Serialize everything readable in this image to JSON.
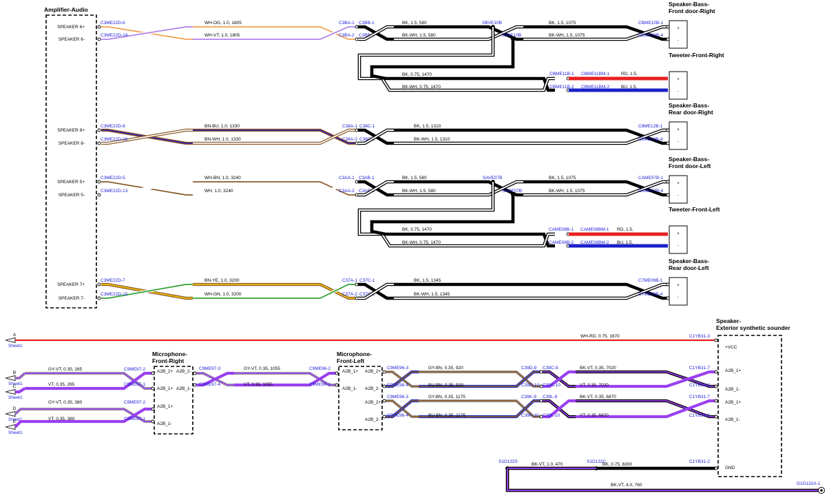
{
  "components": {
    "amp": {
      "title": "Amplifier-Audio",
      "pins": [
        "SPEAKER 6+",
        "SPEAKER 6-",
        "SPEAKER 8+",
        "SPEAKER 8-",
        "SPEAKER 5+",
        "SPEAKER 5-",
        "SPEAKER 7+",
        "SPEAKER 7-"
      ]
    },
    "sp_fr": {
      "title1": "Speaker-Bass-",
      "title2": "Front door-Right"
    },
    "tw_fr": {
      "title1": "Tweeter-Front-Right"
    },
    "sp_rr": {
      "title1": "Speaker-Bass-",
      "title2": "Rear door-Right"
    },
    "sp_fl": {
      "title1": "Speaker-Bass-",
      "title2": "Front door-Left"
    },
    "tw_fl": {
      "title1": "Tweeter-Front-Left"
    },
    "sp_rl": {
      "title1": "Speaker-Bass-",
      "title2": "Rear door-Left"
    },
    "mic_r": {
      "title1": "Microphone-",
      "title2": "Front-Right",
      "pins": [
        "A2B_2+",
        "A2B_2-",
        "A2B_1+",
        "A2B_1-",
        "A2B_1+",
        "A2B_1-"
      ]
    },
    "mic_l": {
      "title1": "Microphone-",
      "title2": "Front-Left",
      "pins": [
        "A2B_1+",
        "A2B_1-",
        "A2B_2+",
        "A2B_2-"
      ]
    },
    "sounder": {
      "title1": "Speaker-",
      "title2": "Exterior synthetic sounder",
      "pins": [
        "+VCC",
        "A2B_1+",
        "A2B_1-",
        "A2B_1+",
        "A2B_1-",
        "GND"
      ]
    },
    "speaker_pins": [
      "+",
      "-"
    ]
  },
  "sheet_refs": [
    {
      "letter": "A",
      "sheet": "Sheet1"
    },
    {
      "letter": "B",
      "sheet": "Sheet1"
    },
    {
      "letter": "C",
      "sheet": "Sheet1"
    },
    {
      "letter": "D",
      "sheet": "Sheet1"
    },
    {
      "letter": "E",
      "sheet": "Sheet1"
    }
  ],
  "wires": {
    "w1": {
      "from": "C3ME22D-6",
      "label": "WH-OG, 1.0, 1805",
      "to": "C3BA-1",
      "colors": [
        "#ffffff",
        "#f0a050"
      ]
    },
    "w2": {
      "from": "C3ME22D-14",
      "label": "WH-VT, 1.0, 1805",
      "to": "C3BA-2",
      "colors": [
        "#ffffff",
        "#b080e8"
      ]
    },
    "w3": {
      "from": "C3BB-1",
      "label": "BK, 1.5, 580",
      "to": "SBVE10B",
      "colors": [
        "#000000",
        "#000000"
      ]
    },
    "w4": {
      "from": "C3BB-2",
      "label": "BK-WH, 1.5, 580",
      "to": "SBRE10B",
      "colors": [
        "#000000",
        "#ffffff"
      ]
    },
    "w5": {
      "label": "BK, 1.5, 1075",
      "to": "CBME10B-1",
      "colors": [
        "#000000",
        "#000000"
      ]
    },
    "w6": {
      "label": "BK-WH, 1.5, 1075",
      "to": "CBME10B-4",
      "colors": [
        "#000000",
        "#ffffff"
      ]
    },
    "w7": {
      "label": "BK, 0.75, 1470",
      "to": "CBME11B-1",
      "colors": [
        "#000000",
        "#000000"
      ]
    },
    "w8": {
      "label": "BK-WH, 0.75, 1470",
      "to": "CBME11B-2",
      "colors": [
        "#000000",
        "#ffffff"
      ]
    },
    "w9": {
      "from": "CBME11BM-1",
      "label": "RD, 1.5,"
    },
    "w10": {
      "from": "CBME11BM-2",
      "label": "BU, 1.5,"
    },
    "w11": {
      "from": "C3ME22D-8",
      "label": "BN-BU, 1.0, 1330",
      "to": "C38A-1",
      "colors": [
        "#8a5a2a",
        "#3a20a0"
      ]
    },
    "w12": {
      "from": "C3ME22D-16",
      "label": "BN-WH, 1.0, 1330",
      "to": "C38A-2",
      "colors": [
        "#8a5a2a",
        "#ffffff"
      ]
    },
    "w13": {
      "from": "C38C-1",
      "label": "BK, 1.5, 1310",
      "to": "C8ME12B-1",
      "colors": [
        "#000000",
        "#000000"
      ]
    },
    "w14": {
      "from": "C38C-2",
      "label": "BK-WH, 1.5, 1310",
      "to": "C8ME12B-4",
      "colors": [
        "#000000",
        "#ffffff"
      ]
    },
    "w15": {
      "from": "C3ME22D-5",
      "label": "WH-BN, 1.0, 3240",
      "to": "C3AA-1",
      "colors": [
        "#ffffff",
        "#8a5a2a"
      ]
    },
    "w16": {
      "from": "C3ME22D-13",
      "label": "WH, 1.0, 3240",
      "to": "C3AA-2",
      "colors": [
        "#ffffff",
        "#ffffff"
      ]
    },
    "w17": {
      "from": "C3AB-1",
      "label": "BK, 1.5, 580",
      "to": "SAVE07B",
      "colors": [
        "#000000",
        "#000000"
      ]
    },
    "w18": {
      "from": "C3AB-2",
      "label": "BK-WH, 1.5, 580",
      "to": "SARE07B",
      "colors": [
        "#000000",
        "#ffffff"
      ]
    },
    "w19": {
      "label": "BK, 1.5, 1075",
      "to": "CAME07B-1",
      "colors": [
        "#000000",
        "#000000"
      ]
    },
    "w20": {
      "label": "BK-WH, 1.5, 1075",
      "to": "CAME07B-4",
      "colors": [
        "#000000",
        "#ffffff"
      ]
    },
    "w21": {
      "label": "BK, 0.75, 1470",
      "to": "CAME08B-1",
      "colors": [
        "#000000",
        "#000000"
      ]
    },
    "w22": {
      "label": "BK-WH, 0.75, 1470",
      "to": "CAME08B-2",
      "colors": [
        "#000000",
        "#ffffff"
      ]
    },
    "w23": {
      "from": "CAME08BM-1",
      "label": "RD, 1.5,"
    },
    "w24": {
      "from": "CAME08BM-2",
      "label": "BU, 1.5,"
    },
    "w25": {
      "from": "C3ME22D-7",
      "label": "BN-YE, 1.0, 3200",
      "to": "C37A-1",
      "colors": [
        "#8a5a2a",
        "#f0c010"
      ]
    },
    "w26": {
      "from": "C3ME22D-15",
      "label": "WH-GN, 1.0, 3200",
      "to": "C37A-2",
      "colors": [
        "#ffffff",
        "#30a030"
      ]
    },
    "w27": {
      "from": "C37C-1",
      "label": "BK, 1.5, 1345",
      "to": "C7ME09B-1",
      "colors": [
        "#000000",
        "#000000"
      ]
    },
    "w28": {
      "from": "C37C-2",
      "label": "BK-WH, 1.5, 1345",
      "to": "C7ME09B-4",
      "colors": [
        "#000000",
        "#ffffff"
      ]
    },
    "w29": {
      "label": "WH-RD, 0.75, 1670",
      "to": "C1YB31-3",
      "colors": [
        "#ffffff",
        "#e02020"
      ]
    },
    "w30": {
      "label": "GY-VT, 0.35, 265",
      "to": "C9ME97-2",
      "colors": [
        "#a0a0a0",
        "#9a40f0"
      ]
    },
    "w31": {
      "label": "VT, 0.35, 265",
      "to": "C9ME97-1",
      "colors": [
        "#9a40f0",
        "#9a40f0"
      ]
    },
    "w32": {
      "from": "C9ME97-3",
      "label": "GY-VT, 0.35, 1055",
      "to": "C9ME96-2",
      "colors": [
        "#a0a0a0",
        "#9a40f0"
      ]
    },
    "w33": {
      "from": "C9ME97-4",
      "label": "VT, 0.35, 1055",
      "to": "C9ME96-1",
      "colors": [
        "#9a40f0",
        "#9a40f0"
      ]
    },
    "w34": {
      "label": "GY-VT, 0.35, 380",
      "to": "C9ME97-2",
      "colors": [
        "#a0a0a0",
        "#9a40f0"
      ]
    },
    "w35": {
      "label": "VT, 0.35, 380",
      "to": "C9ME97-1",
      "colors": [
        "#9a40f0",
        "#9a40f0"
      ]
    },
    "w36": {
      "from": "C9ME96-3",
      "label": "GY-BN, 0.35, 920",
      "to": "C39D-9",
      "colors": [
        "#a0a0a0",
        "#8a5a2a"
      ]
    },
    "w37": {
      "from": "C9ME96-4",
      "label": "BU-BN, 0.35, 920",
      "to": "C39D-10",
      "colors": [
        "#2030c0",
        "#8a5a2a"
      ]
    },
    "w38": {
      "from": "C39C-9",
      "label": "BK-VT, 0.35, 7020",
      "to": "C1YB31-7",
      "colors": [
        "#000000",
        "#9a40f0"
      ]
    },
    "w39": {
      "from": "C39C-10",
      "label": "VT, 0.35, 7020",
      "to": "C1YB31-8",
      "colors": [
        "#9a40f0",
        "#9a40f0"
      ]
    },
    "w40": {
      "from": "C9ME96-3",
      "label": "GY-BN, 0.35, 1175",
      "to": "C39K-9",
      "colors": [
        "#a0a0a0",
        "#8a5a2a"
      ]
    },
    "w41": {
      "from": "C9ME96-4",
      "label": "BU-BN, 0.35, 1175",
      "to": "C39K-10",
      "colors": [
        "#2030c0",
        "#8a5a2a"
      ]
    },
    "w42": {
      "from": "C39L-9",
      "label": "BK-VT, 0.35, 6870",
      "to": "C1YB31-7",
      "colors": [
        "#000000",
        "#9a40f0"
      ]
    },
    "w43": {
      "from": "C39L-10",
      "label": "VT, 0.35, 6870",
      "to": "C1YB31-8",
      "colors": [
        "#9a40f0",
        "#9a40f0"
      ]
    },
    "w44": {
      "from": "S1D132S",
      "label": "BK-VT, 1.0, 470",
      "to": "S1D132C",
      "colors": [
        "#000000",
        "#9a40f0"
      ]
    },
    "w45": {
      "label": "BK, 0.75, 6300",
      "to": "C1YB31-2",
      "colors": [
        "#000000",
        "#000000"
      ]
    },
    "w46": {
      "label": "BK-VT, 4.0, 760",
      "to": "G1D132A-1",
      "colors": [
        "#000000",
        "#9a40f0"
      ]
    }
  },
  "colors": {
    "red": "#e82020",
    "blue": "#1a20c8",
    "link": "#1a1ad8"
  }
}
